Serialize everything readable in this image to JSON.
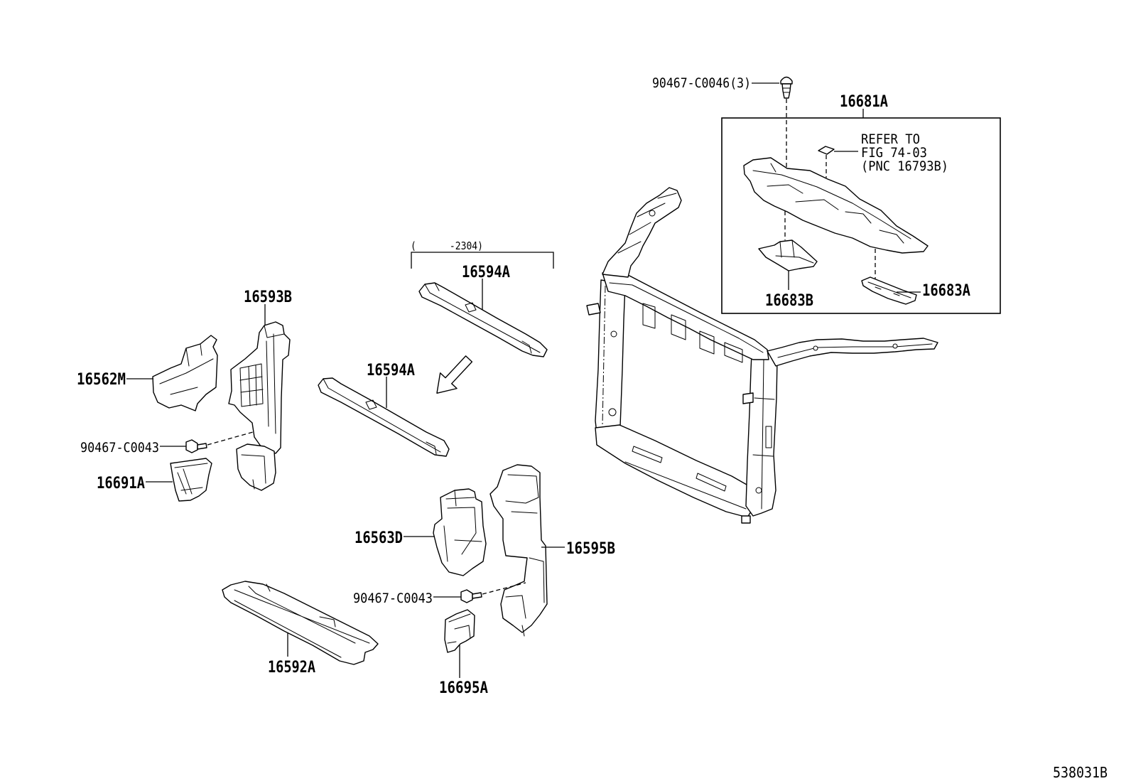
{
  "colors": {
    "ink": "#000000",
    "paper": "#ffffff"
  },
  "diagram": {
    "figure_code": "538031B",
    "serial_range": "(      -2304)",
    "refer_note": [
      "REFER TO",
      "FIG 74-03",
      "(PNC 16793B)"
    ],
    "callouts": [
      "90467-C0046(3)",
      "16681A",
      "16594A",
      "16593B",
      "16683B",
      "16683A",
      "16594A",
      "16562M",
      "90467-C0043",
      "16691A",
      "16563D",
      "16595B",
      "90467-C0043",
      "16592A",
      "16695A"
    ]
  }
}
